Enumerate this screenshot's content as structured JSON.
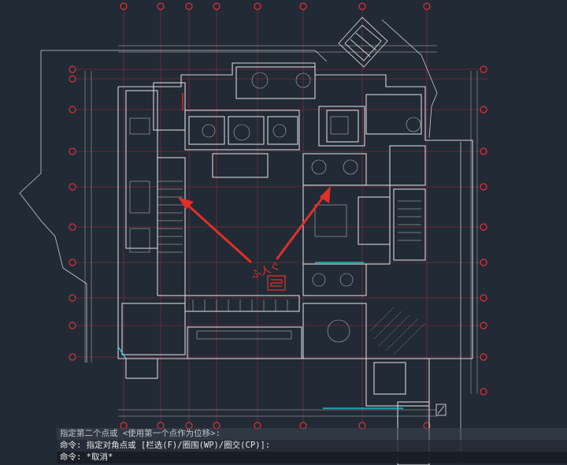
{
  "command_history": [
    "指定第二个点或 <使用第一个点作为位移>:",
    "命令: 指定对角点或 [栏选(F)/圈围(WP)/圈交(CP)]:",
    "命令: *取消*"
  ],
  "colors": {
    "background": "#222a35",
    "walls": "#c9ccd1",
    "grid_lines": "#d2343c",
    "annotation_arrow": "#e0302a",
    "cyan_accent": "#2ad3e0"
  },
  "drawing": {
    "annotation_text": "ふ人ぐ"
  }
}
